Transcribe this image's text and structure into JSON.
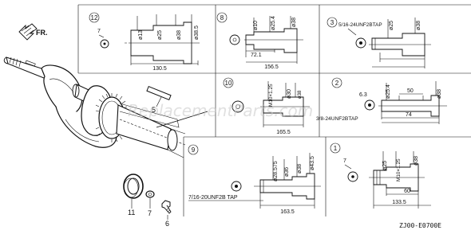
{
  "direction_label": "FR.",
  "drawing_code": "ZJ00-E0700E",
  "watermark": "ReplacementParts.com",
  "parts": {
    "crankshaft": "5",
    "oil_seal": "11",
    "washer": "7",
    "bolt": "6"
  },
  "variants": [
    {
      "id": "12",
      "washer_ref": "7",
      "dimensions": [
        "ø13",
        "ø25",
        "ø38",
        "ø38.5"
      ],
      "length": "130.5"
    },
    {
      "id": "8",
      "dimensions": [
        "ø10",
        "ø25.4",
        "ø38"
      ],
      "lengths": [
        "72.1",
        "156.5"
      ]
    },
    {
      "id": "3",
      "thread": "5/16-24UNF2BTAP",
      "dimensions": [
        "ø25",
        "ø38"
      ]
    },
    {
      "id": "10",
      "thread": "M10×1.25",
      "dimensions": [
        "ø30",
        "ø38"
      ],
      "length": "165.5"
    },
    {
      "id": "2",
      "key_width": "6.3",
      "thread": "3/8-24UNF2BTAP",
      "dimensions": [
        "ø25.4",
        "ø38"
      ],
      "lengths": [
        "50",
        "74"
      ]
    },
    {
      "id": "9",
      "thread": "7/16-20UNF2B TAP",
      "dimensions": [
        "ø28.575",
        "ø36",
        "ø38",
        "ø43.5"
      ],
      "length": "163.5"
    },
    {
      "id": "1",
      "washer_ref": "7",
      "thread": "M10×1.25",
      "dimensions": [
        "ø25",
        "ø38"
      ],
      "lengths": [
        "60",
        "133.5"
      ]
    }
  ]
}
